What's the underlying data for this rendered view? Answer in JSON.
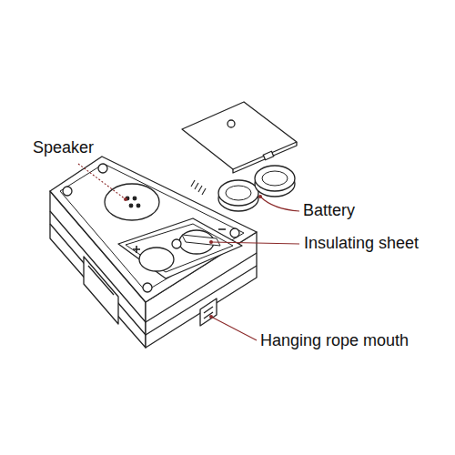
{
  "diagram": {
    "labels": [
      "Speaker",
      "Battery",
      "Insulating sheet",
      "Hanging rope mouth"
    ]
  }
}
